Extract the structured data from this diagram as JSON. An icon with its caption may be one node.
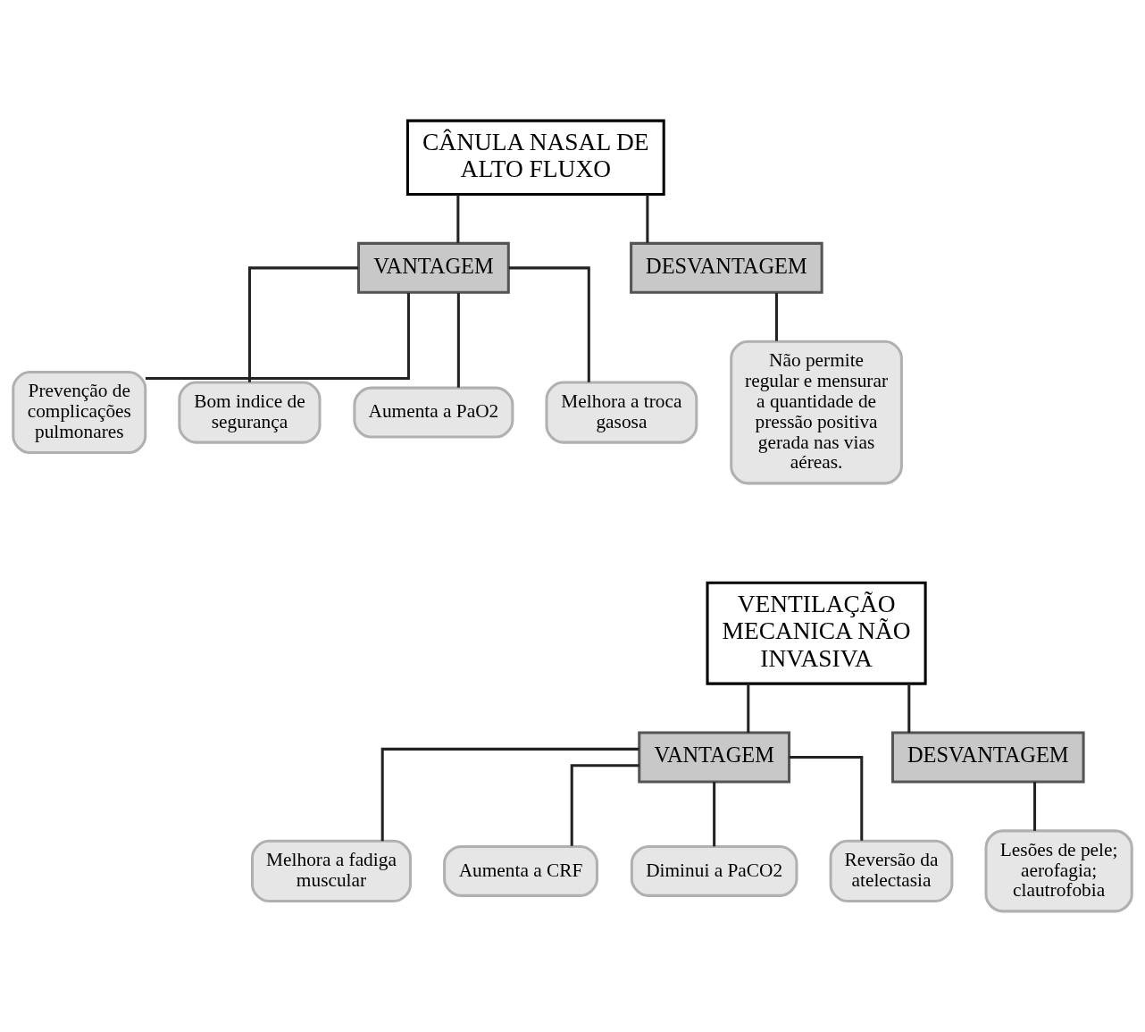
{
  "diagram": {
    "nodes": [
      {
        "text": [
          "CÂNULA NASAL DE ALTO FLUXO"
        ]
      },
      {
        "text": [
          "VANTAGEM"
        ]
      },
      {
        "text": [
          "DESVANTAGEM"
        ]
      },
      {
        "text": [
          "Prevenção de complicações pulmonares"
        ]
      },
      {
        "text": [
          "Bom indice de segurança"
        ]
      },
      {
        "text": [
          "Aumenta a PaO2"
        ]
      },
      {
        "text": [
          "Melhora a troca gasosa"
        ]
      },
      {
        "text": [
          "Não permite regular e mensurar a quantidade de pressão positiva gerada nas vias aéreas."
        ]
      },
      {
        "text": [
          "VENTILAÇÃO MECANICA NÃO INVASIVA"
        ]
      },
      {
        "text": [
          "VANTAGEM"
        ]
      },
      {
        "text": [
          "DESVANTAGEM"
        ]
      },
      {
        "text": [
          "Melhora a fadiga muscular"
        ]
      },
      {
        "text": [
          "Aumenta a CRF"
        ]
      },
      {
        "text": [
          "Diminui a PaCO2"
        ]
      },
      {
        "text": [
          "Reversão da atelectasia"
        ]
      },
      {
        "text": [
          "Lesões de pele; aerofagia; clautrofobia"
        ]
      }
    ],
    "edges": [
      {
        "from": 0,
        "to": 1,
        "arrow": "none"
      },
      {
        "from": 0,
        "to": 2,
        "arrow": "none"
      },
      {
        "from": 1,
        "to": 3,
        "arrow": "none"
      },
      {
        "from": 1,
        "to": 4,
        "arrow": "none"
      },
      {
        "from": 1,
        "to": 5,
        "arrow": "none"
      },
      {
        "from": 1,
        "to": 6,
        "arrow": "none"
      },
      {
        "from": 2,
        "to": 7,
        "arrow": "none"
      },
      {
        "from": 8,
        "to": 9,
        "arrow": "none"
      },
      {
        "from": 8,
        "to": 10,
        "arrow": "none"
      },
      {
        "from": 9,
        "to": 11,
        "arrow": "none"
      },
      {
        "from": 9,
        "to": 12,
        "arrow": "none"
      },
      {
        "from": 9,
        "to": 13,
        "arrow": "none"
      },
      {
        "from": 9,
        "to": 14,
        "arrow": "none"
      },
      {
        "from": 10,
        "to": 15,
        "arrow": "none"
      }
    ]
  }
}
